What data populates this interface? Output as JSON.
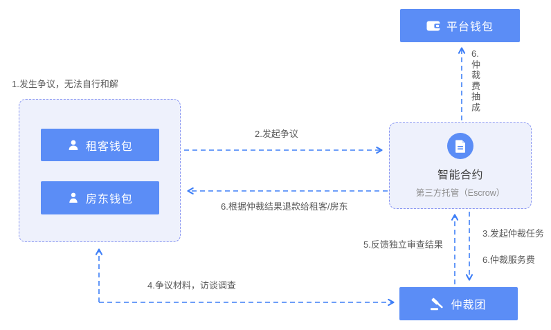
{
  "colors": {
    "primary": "#5b8df6",
    "arrow": "#3d7ef7",
    "box_border": "#8895f2",
    "box_fill": "#eef1fc",
    "label_text": "#595959",
    "title_text": "#404040",
    "subtitle_text": "#8c8c8c",
    "node_text": "#ffffff"
  },
  "nodes": {
    "platform_wallet": {
      "label": "平台钱包",
      "icon": "wallet-icon"
    },
    "tenant_wallet": {
      "label": "租客钱包",
      "icon": "user-icon"
    },
    "landlord_wallet": {
      "label": "房东钱包",
      "icon": "user-icon"
    },
    "smart_contract": {
      "title": "智能合约",
      "subtitle": "第三方托管（Escrow）",
      "icon": "document-icon"
    },
    "arbitration_panel": {
      "label": "仲裁团",
      "icon": "gavel-icon"
    }
  },
  "edge_labels": {
    "step1_dispute_note": "1.发生争议，无法自行和解",
    "step2_raise_dispute": "2.发起争议",
    "step3_start_arbitration": "3.发起仲裁任务",
    "step4_materials": "4.争议材料，访谈调查",
    "step5_feedback": "5.反馈独立审查结果",
    "step6_refund": "6.根据仲裁结果退款给租客/房东",
    "step6_fee_share": "6.\n仲\n裁\n费\n抽\n成",
    "step6_service_fee": "6.仲裁服务费"
  }
}
